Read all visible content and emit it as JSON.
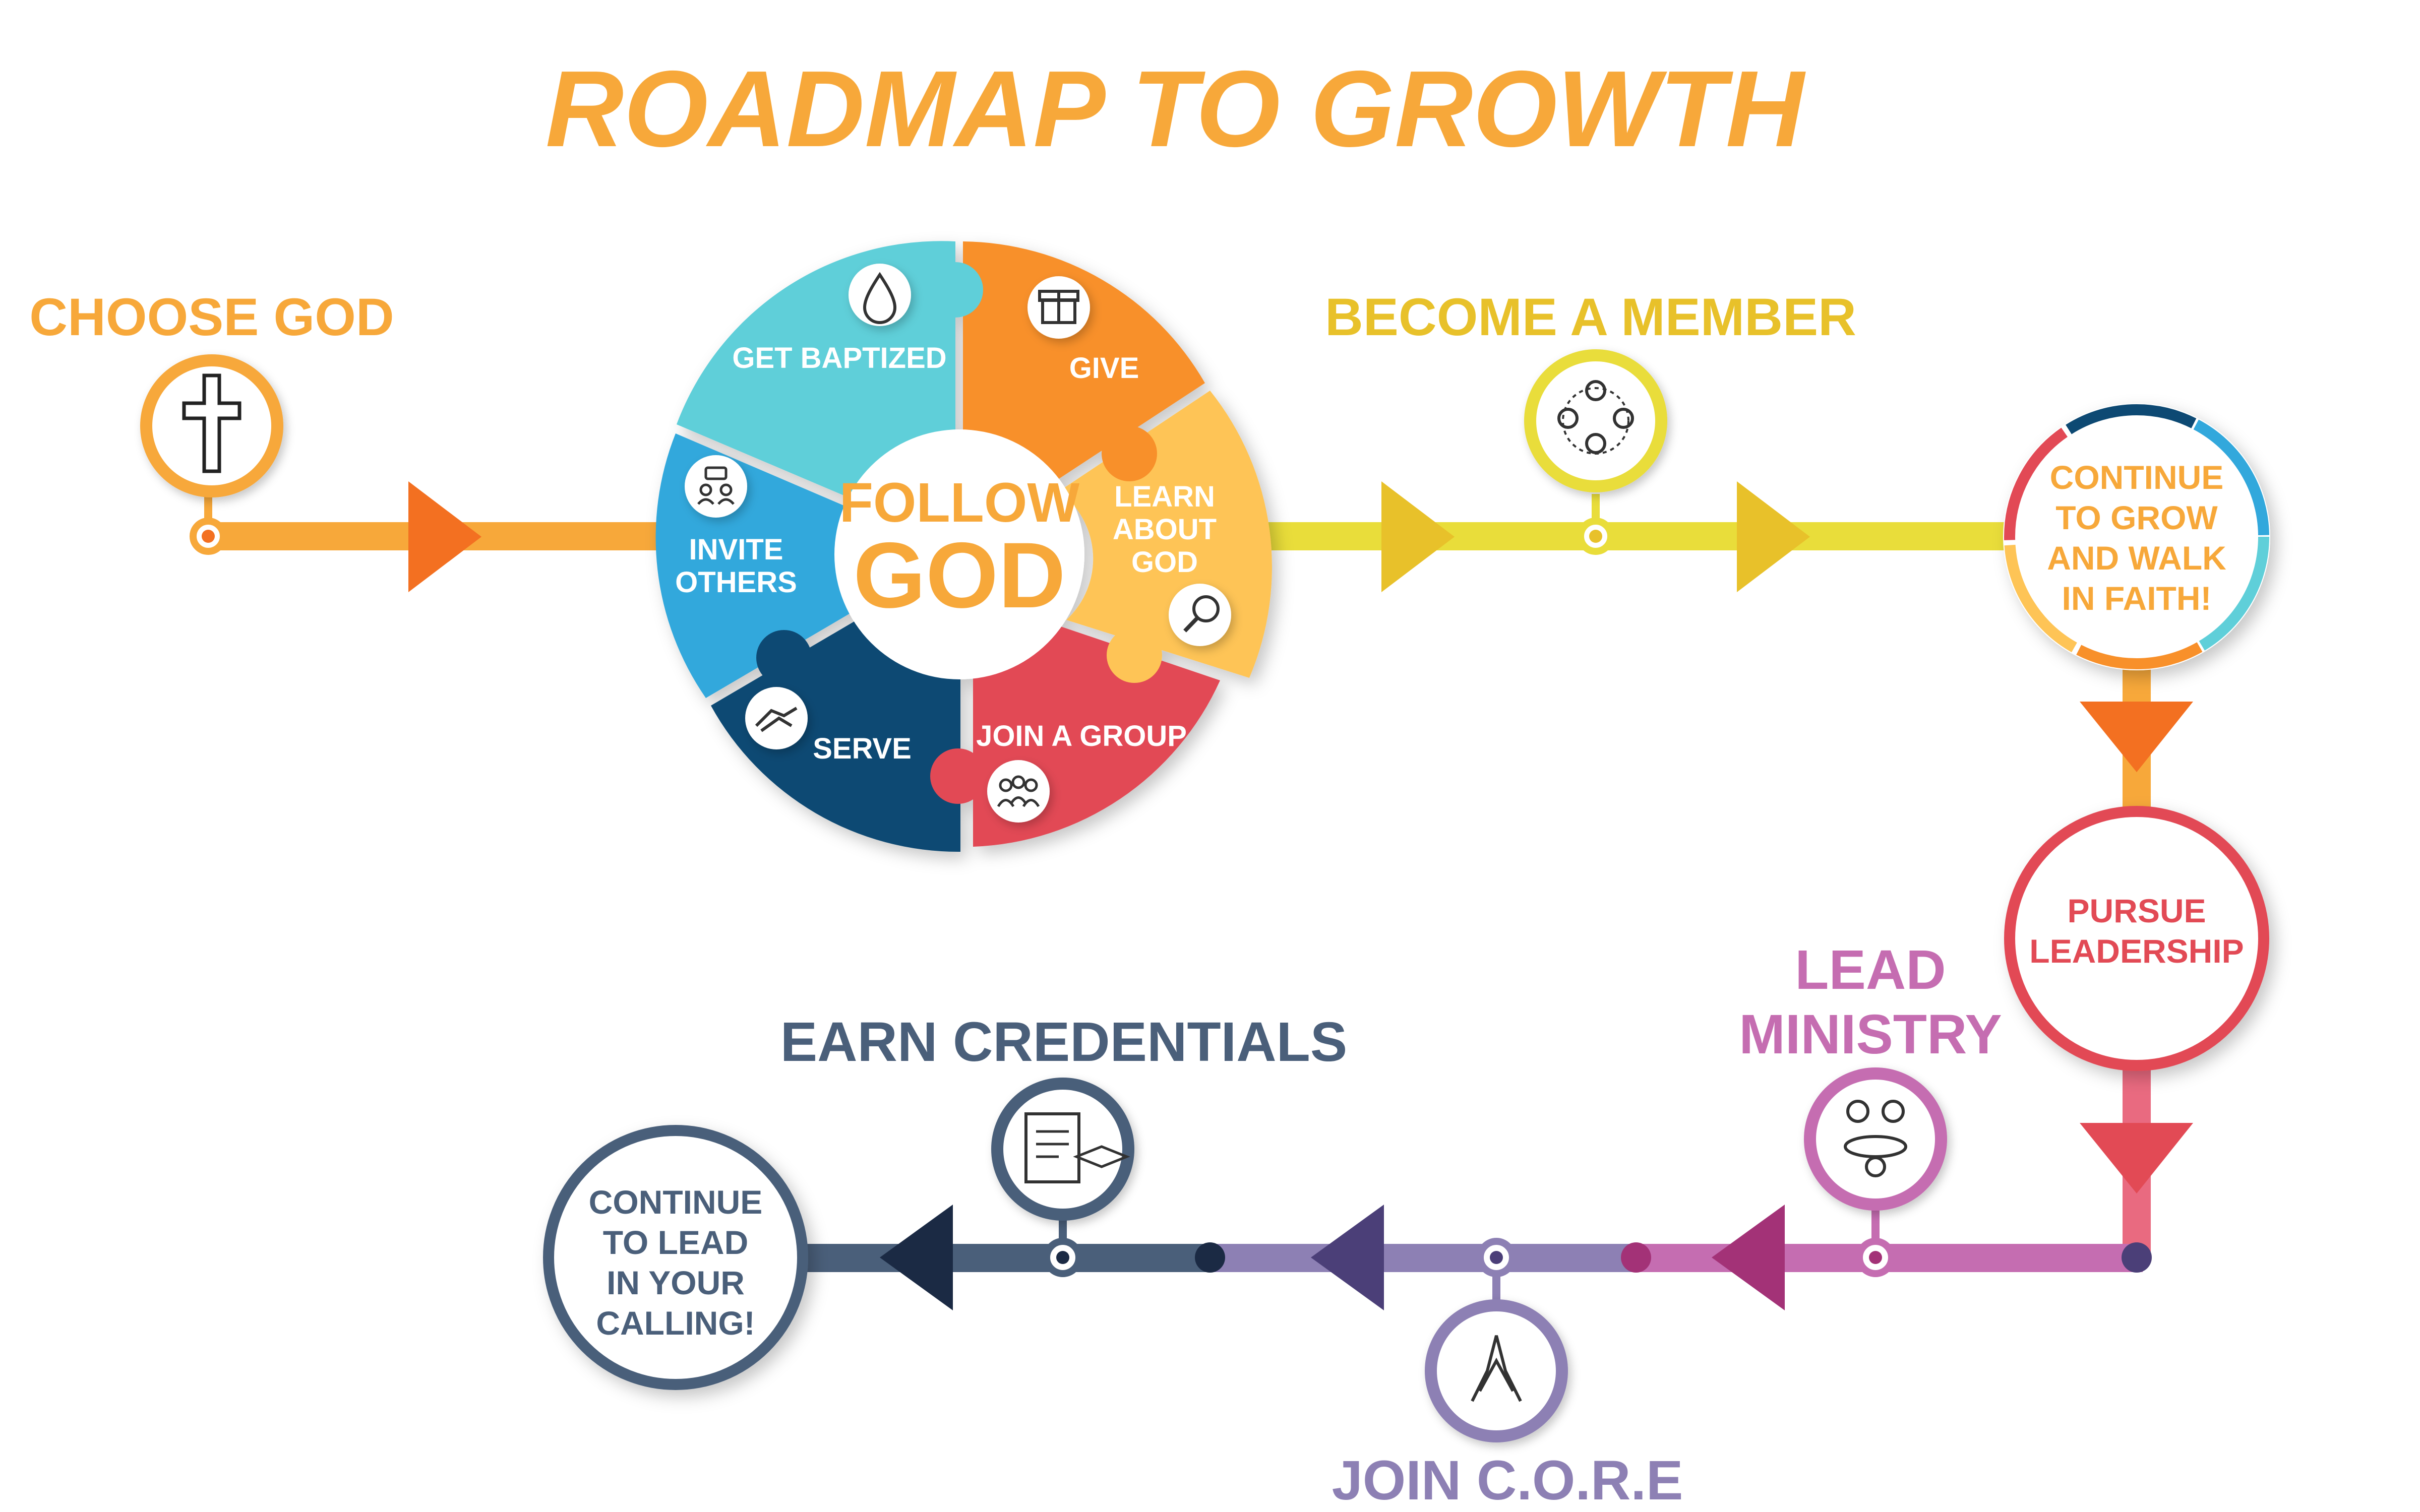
{
  "title": "ROADMAP TO GROWTH",
  "center": {
    "line1": "FOLLOW",
    "line2": "GOD"
  },
  "ring": {
    "get_baptized": "GET BAPTIZED",
    "give": "GIVE",
    "learn": [
      "LEARN",
      "ABOUT",
      "GOD"
    ],
    "join_group": "JOIN A GROUP",
    "serve": "SERVE",
    "invite": [
      "INVITE",
      "OTHERS"
    ]
  },
  "steps": {
    "choose_god": "CHOOSE GOD",
    "become_member": "BECOME A MEMBER",
    "continue_grow": [
      "CONTINUE",
      "TO GROW",
      "AND WALK",
      "IN FAITH!"
    ],
    "pursue_leadership": [
      "PURSUE",
      "LEADERSHIP"
    ],
    "lead_ministry": [
      "LEAD",
      "MINISTRY"
    ],
    "join_core": "JOIN C.O.R.E",
    "earn_credentials": "EARN CREDENTIALS",
    "continue_lead": [
      "CONTINUE",
      "TO LEAD",
      "IN YOUR",
      "CALLING!"
    ]
  },
  "icons": {
    "choose_god": "cross-icon",
    "baptized": "water-drop-icon",
    "give": "gift-icon",
    "learn": "magnifier-icon",
    "join_group": "group-icon",
    "serve": "handshake-icon",
    "invite": "people-chat-icon",
    "become_member": "community-icon",
    "lead_ministry": "meeting-icon",
    "join_core": "hands-together-icon",
    "earn_credentials": "certificate-icon"
  },
  "colors": {
    "title": "#f7a83a",
    "orange": "#f7a83a",
    "orange_dark": "#f37021",
    "yellow": "#e9dd3a",
    "yellow_dark": "#e8c12a",
    "red": "#e24a55",
    "purple": "#c56db1",
    "lavender": "#8d80b4",
    "slate": "#4a5f7a",
    "navy": "#1b2a44",
    "teal": "#5fcfd9",
    "blue": "#33a8dc",
    "darkblue": "#0e4a73",
    "lightorange": "#fec456"
  }
}
